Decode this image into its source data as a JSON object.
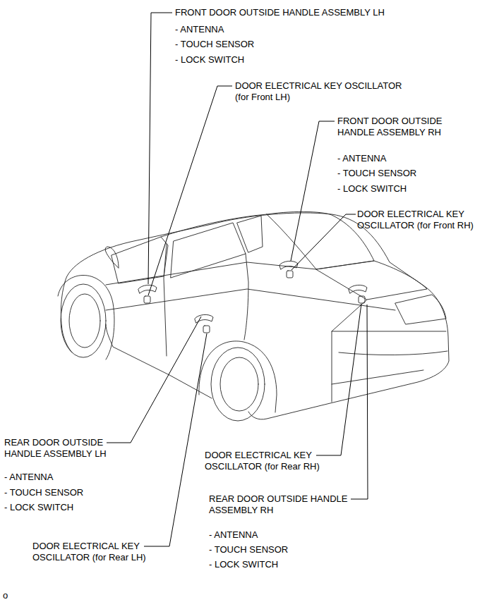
{
  "diagram": {
    "labels": [
      "FRONT DOOR OUTSIDE HANDLE ASSEMBLY LH",
      "- ANTENNA",
      "- TOUCH SENSOR",
      "- LOCK SWITCH",
      "DOOR ELECTRICAL KEY OSCILLATOR (for Front LH)",
      "FRONT DOOR OUTSIDE HANDLE ASSEMBLY RH",
      "- ANTENNA",
      "- TOUCH SENSOR",
      "- LOCK SWITCH",
      "DOOR ELECTRICAL KEY OSCILLATOR (for Front RH)",
      "REAR DOOR OUTSIDE HANDLE ASSEMBLY LH",
      "- ANTENNA",
      "- TOUCH SENSOR",
      "- LOCK SWITCH",
      "DOOR ELECTRICAL KEY OSCILLATOR (for Rear RH)",
      "REAR DOOR OUTSIDE HANDLE ASSEMBLY RH",
      "- ANTENNA",
      "- TOUCH SENSOR",
      "- LOCK SWITCH",
      "DOOR ELECTRICAL KEY OSCILLATOR (for Rear LH)",
      "o"
    ]
  }
}
